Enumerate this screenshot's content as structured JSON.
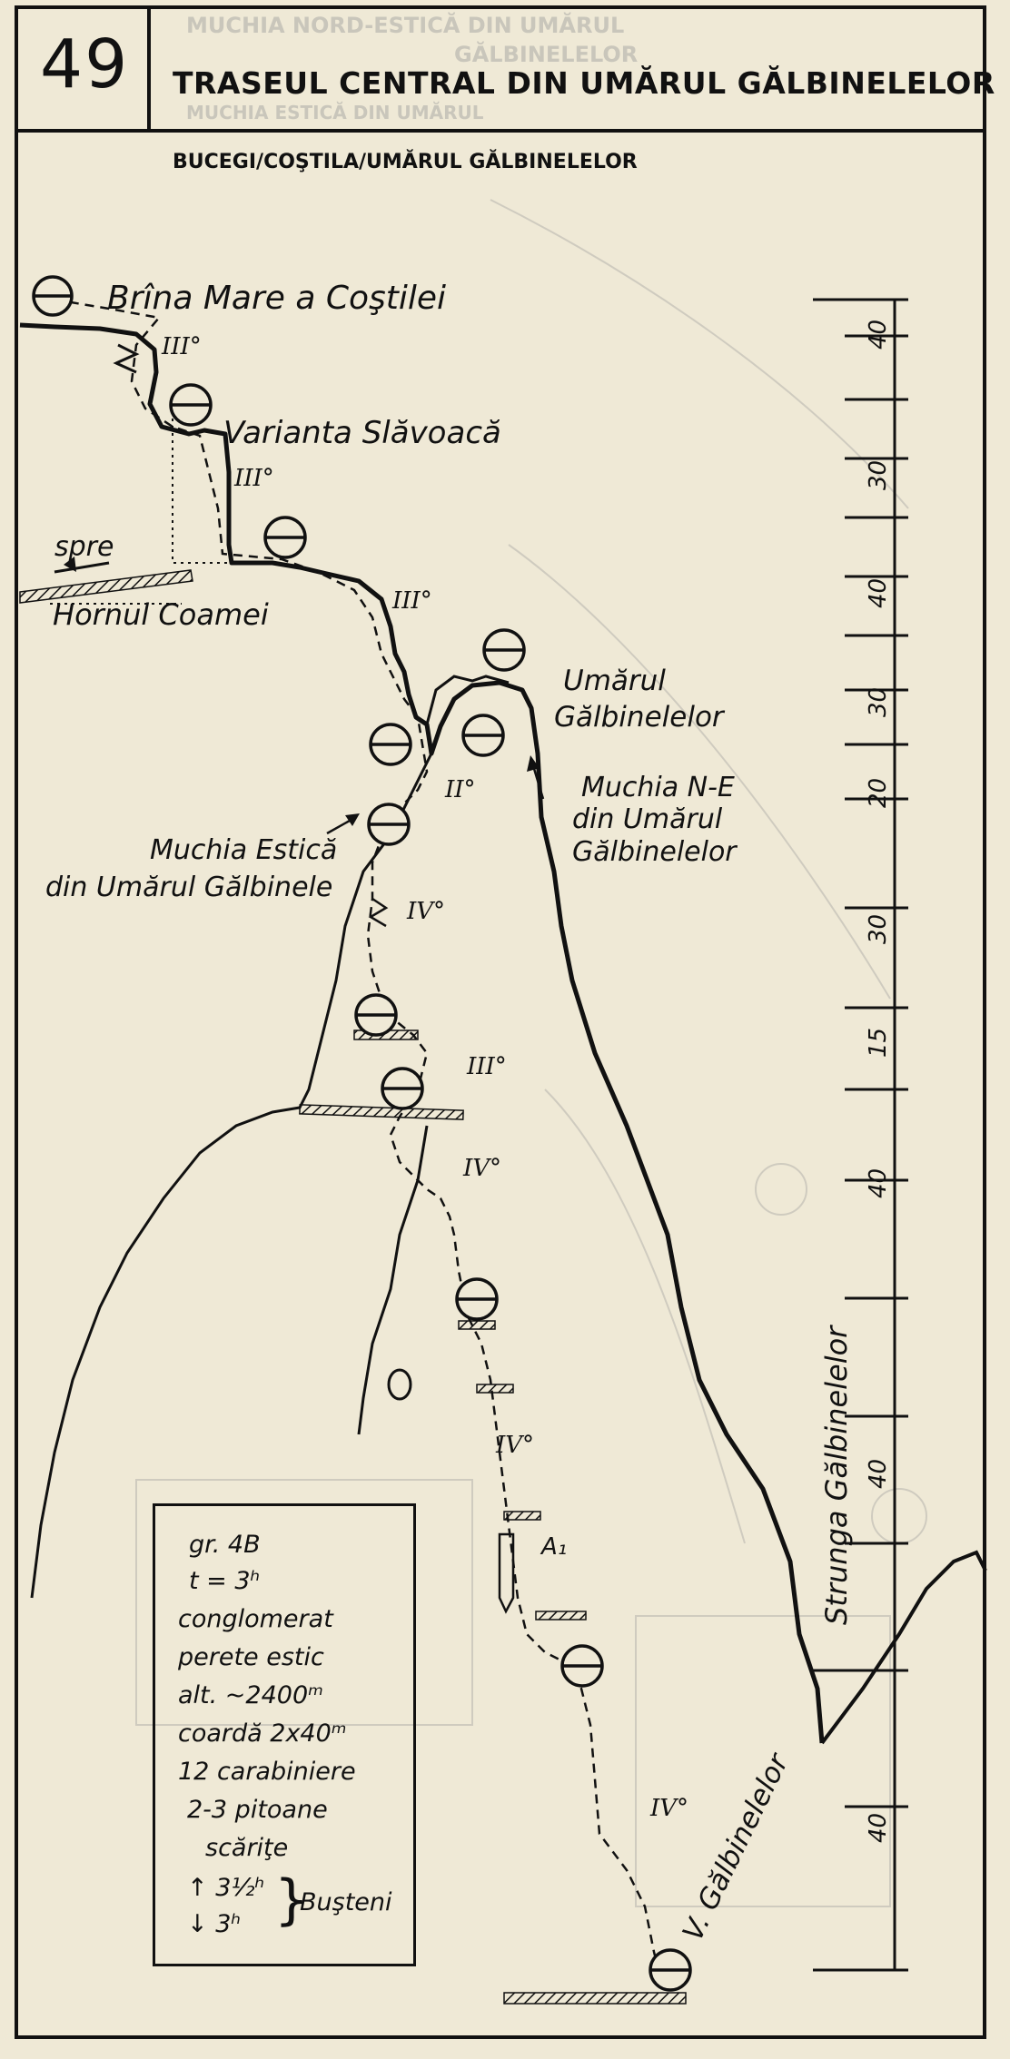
{
  "header": {
    "route_number": "49",
    "title": "TRASEUL CENTRAL DIN UMĂRUL GĂLBINELELOR",
    "breadcrumb": "BUCEGI/COŞTILA/UMĂRUL GĂLBINELELOR"
  },
  "labels": {
    "brina_mare": "Brîna Mare a Coştilei",
    "varianta": "Varianta Slăvoacă",
    "spre": "spre",
    "hornul": "Hornul Coamei",
    "umarul_1": "Umărul",
    "umarul_2": "Gălbinelelor",
    "muchia_ne_1": "Muchia N-E",
    "muchia_ne_2": "din Umărul",
    "muchia_ne_3": "Gălbinelelor",
    "muchia_estica_1": "Muchia Estică",
    "muchia_estica_2": "din Umărul Gălbinele",
    "strunga": "Strunga Gălbinelelor",
    "valea": "V. Gălbinelelor",
    "aid": "A₁"
  },
  "grades": {
    "g1": "III°",
    "g2": "III°",
    "g3": "III°",
    "g4": "II°",
    "g5": "IV°",
    "g6": "III°",
    "g7": "IV°",
    "g8": "IV°",
    "g9": "IV°"
  },
  "scale_ticks": [
    "40",
    "30",
    "40",
    "30",
    "20",
    "30",
    "15",
    "40",
    "40",
    "40"
  ],
  "info": {
    "grade": "gr. 4B",
    "time": "t = 3ʰ",
    "rock": "conglomerat",
    "wall": "perete estic",
    "altitude": "alt. ~2400ᵐ",
    "rope": "coardă 2x40ᵐ",
    "carabiners": "12 carabiniere",
    "pitons": "2-3 pitoane",
    "ladders": "scăriţe",
    "ascent_time": "↑ 3½ʰ",
    "descent_time": "↓ 3ʰ",
    "town": "Buşteni"
  },
  "ghost_text": {
    "g_top1": "MUCHIA NORD-ESTICĂ DIN UMĂRUL",
    "g_top2": "GĂLBINELELOR",
    "g_top3": "MUCHIA ESTICĂ DIN UMĂRUL"
  }
}
